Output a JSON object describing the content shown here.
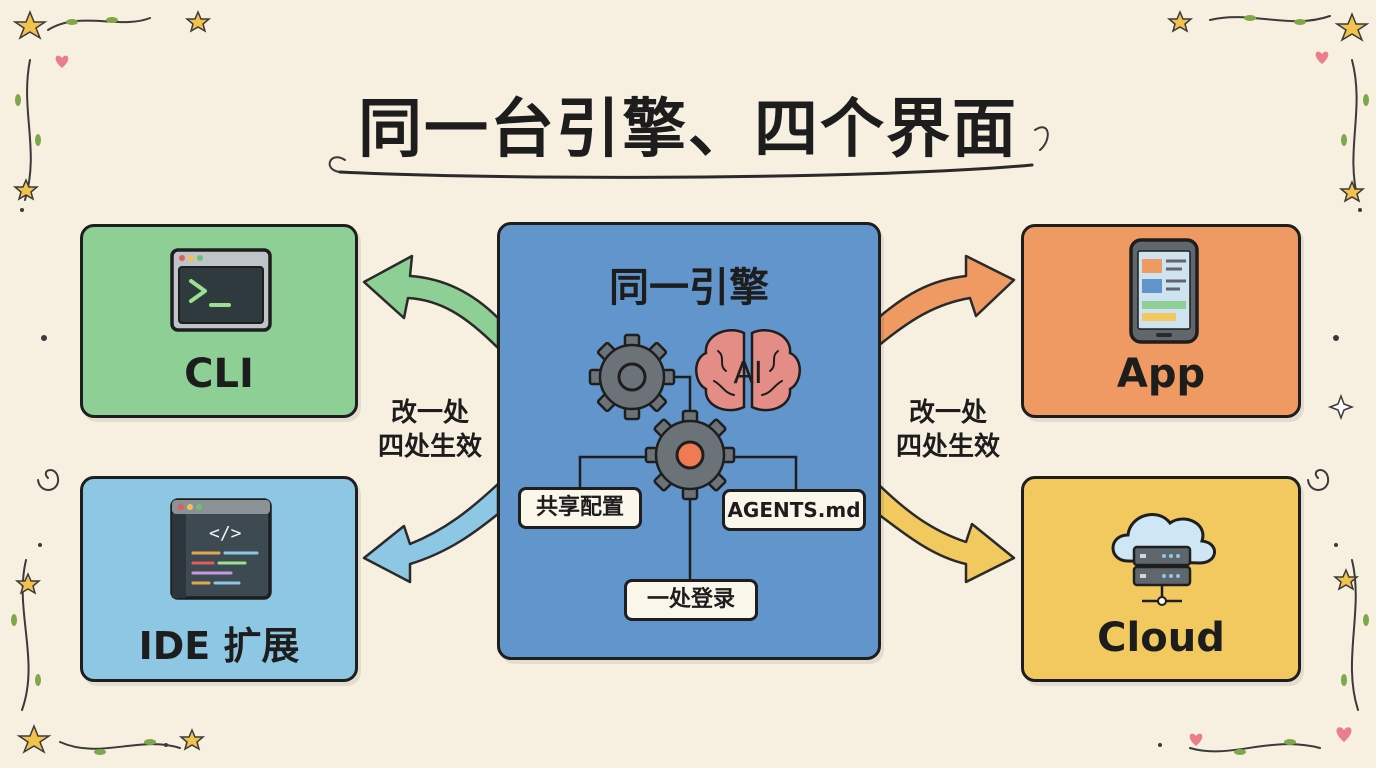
{
  "title": "同一台引擎、四个界面",
  "engine": {
    "label": "同一引擎",
    "ai_text": "AI",
    "pills": {
      "shared_config": "共享配置",
      "agents_md": "AGENTS.md",
      "single_login": "一处登录"
    }
  },
  "surfaces": {
    "cli": "CLI",
    "ide": "IDE 扩展",
    "app": "App",
    "cloud": "Cloud"
  },
  "notes": {
    "left": {
      "line1": "改一处",
      "line2": "四处生效"
    },
    "right": {
      "line1": "改一处",
      "line2": "四处生效"
    }
  },
  "icons": {
    "cli": "terminal-icon",
    "ide": "code-editor-icon",
    "app": "phone-icon",
    "cloud": "cloud-server-icon",
    "engine": [
      "gear-icon",
      "brain-icon",
      "gear-icon"
    ]
  },
  "colors": {
    "background": "#f7f0e1",
    "cli": "#8ecf95",
    "ide": "#8ec7e3",
    "app": "#ef9a63",
    "cloud": "#f1c95f",
    "engine": "#6195cc",
    "outline": "#1e1e1e"
  }
}
